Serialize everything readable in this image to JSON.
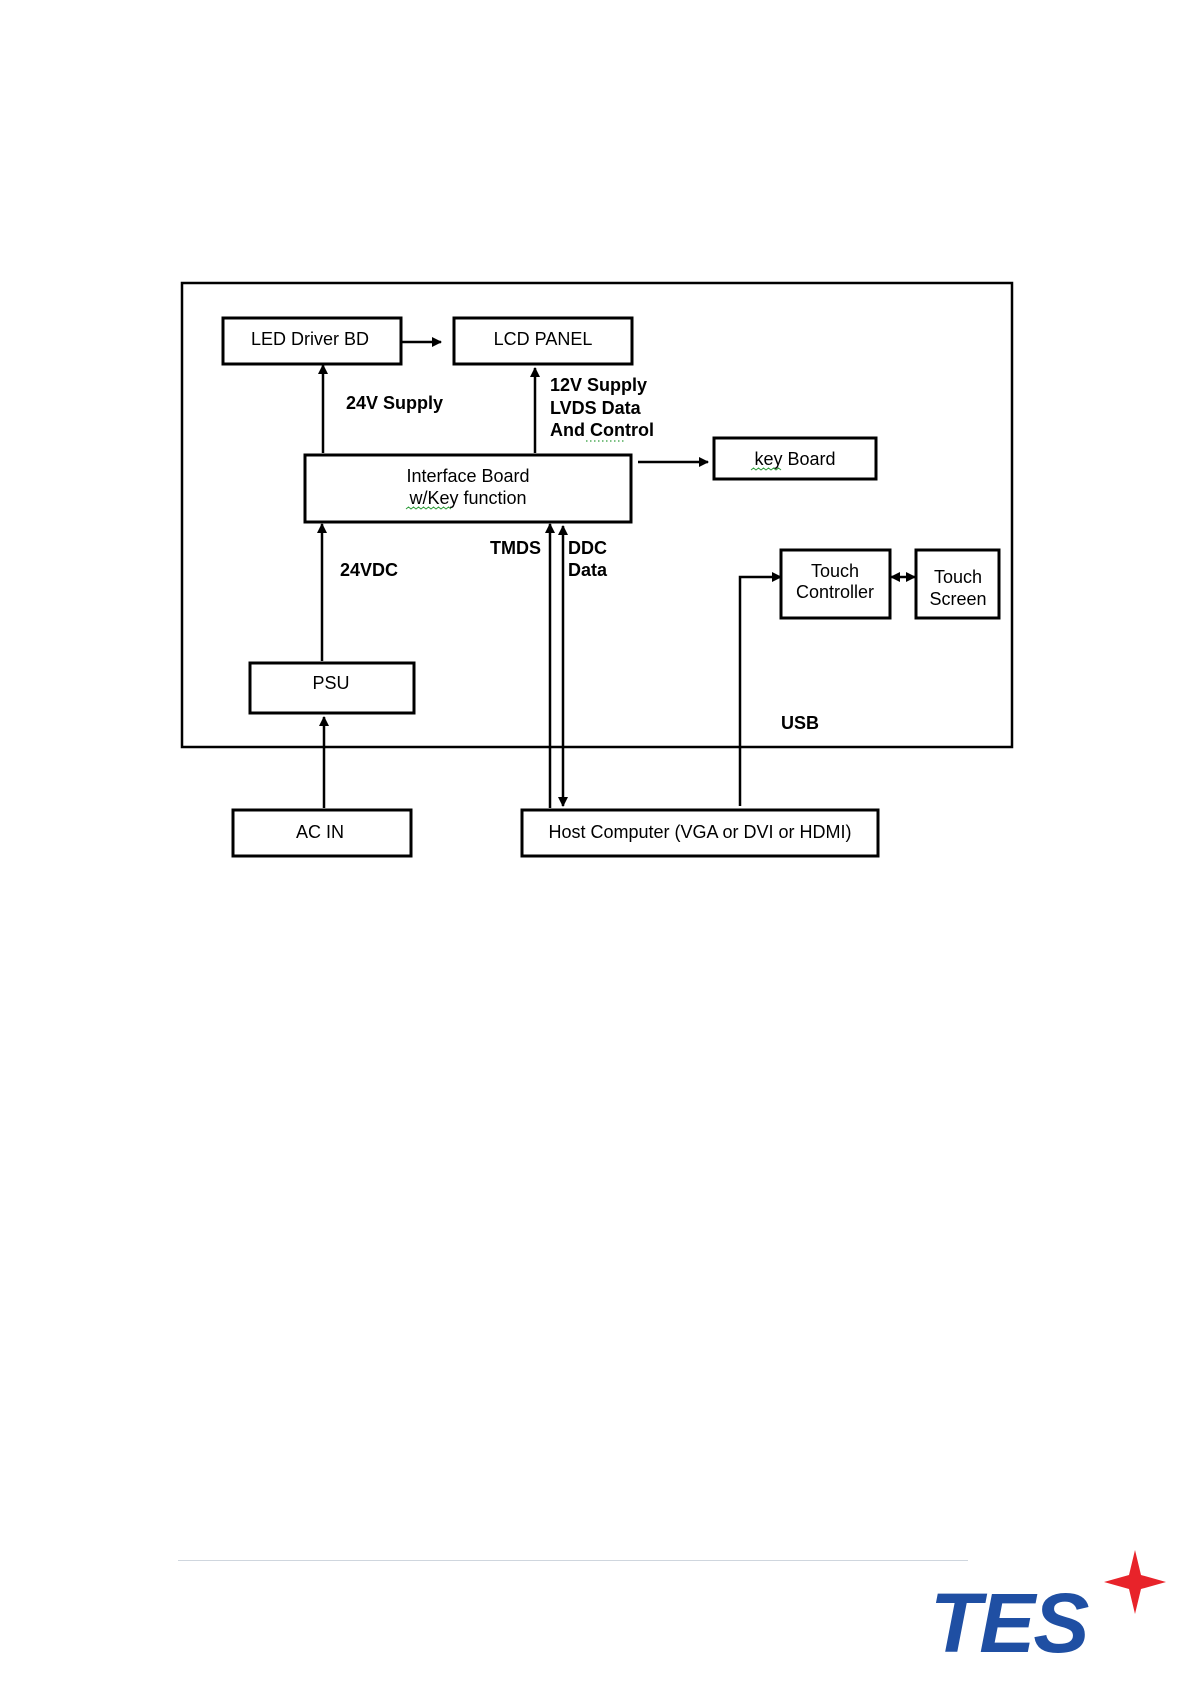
{
  "diagram": {
    "nodes": {
      "led_driver": "LED Driver BD",
      "lcd_panel": "LCD PANEL",
      "interface_line1": "Interface Board",
      "interface_line2_a": "w/Key",
      "interface_line2_b": " function",
      "key_board_a": "key",
      "key_board_b": " Board",
      "touch_controller_line1": "Touch",
      "touch_controller_line2": "Controller",
      "touch_screen_line1": "Touch",
      "touch_screen_line2": "Screen",
      "psu": "PSU",
      "ac_in": "AC IN",
      "host_computer": "Host Computer (VGA or DVI or HDMI)"
    },
    "edge_labels": {
      "supply_24v": "24V Supply",
      "supply_12v": "12V Supply",
      "lvds_data": "LVDS Data",
      "and_control": "And  Control",
      "tmds": "TMDS",
      "ddc": "DDC",
      "data": "Data",
      "vdc_24": "24VDC",
      "usb": "USB"
    },
    "edges": [
      {
        "from": "led_driver",
        "to": "lcd_panel"
      },
      {
        "from": "interface_board",
        "to": "led_driver",
        "label": "24V Supply"
      },
      {
        "from": "interface_board",
        "to": "lcd_panel",
        "label": "12V Supply LVDS Data And  Control"
      },
      {
        "from": "interface_board",
        "to": "key_board"
      },
      {
        "from": "psu",
        "to": "interface_board",
        "label": "24VDC"
      },
      {
        "from": "ac_in",
        "to": "psu"
      },
      {
        "from": "host_computer",
        "to": "interface_board",
        "label": "TMDS"
      },
      {
        "from": "host_computer",
        "to": "interface_board",
        "label": "DDC Data",
        "bidirectional": true
      },
      {
        "from": "host_computer",
        "to": "touch_controller",
        "label": "USB"
      },
      {
        "from": "touch_controller",
        "to": "touch_screen",
        "bidirectional": true
      }
    ]
  },
  "logo": {
    "text": "TES",
    "color": "#1f4fa3",
    "star_color": "#e8232a",
    "icon": "four-point-star-icon"
  }
}
